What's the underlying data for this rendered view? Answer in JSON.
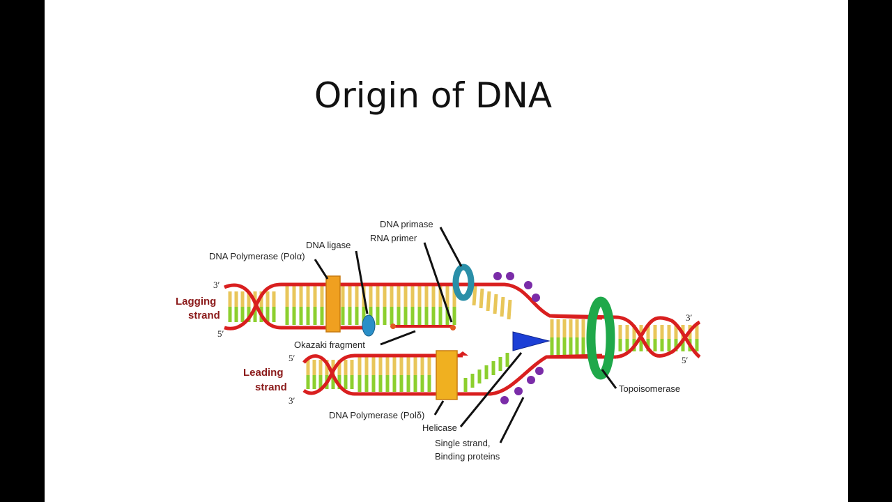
{
  "slide": {
    "title": "Origin of DNA"
  },
  "diagram": {
    "strand_labels": {
      "lagging_line1": "Lagging",
      "lagging_line2": "strand",
      "leading_line1": "Leading",
      "leading_line2": "strand"
    },
    "end_labels": {
      "lagging_top": "3′",
      "lagging_bottom": "5′",
      "leading_top": "5′",
      "leading_bottom": "3′",
      "right_top": "3′",
      "right_bottom": "5′"
    },
    "annotations": {
      "dna_primase": "DNA primase",
      "rna_primer": "RNA primer",
      "dna_ligase": "DNA ligase",
      "dna_polymerase_alpha": "DNA Polymerase (Polα)",
      "okazaki_fragment": "Okazaki fragment",
      "topoisomerase": "Topoisomerase",
      "dna_polymerase_delta": "DNA Polymerase (Polδ)",
      "helicase": "Helicase",
      "ssb_line1": "Single strand,",
      "ssb_line2": "Binding proteins"
    },
    "colors": {
      "backbone": "#d91f1f",
      "base_yellow": "#e8c65a",
      "base_green": "#8ccf2e",
      "polymerase": "#f0a020",
      "topoisomerase": "#1fa84a",
      "primase": "#2a8fa8",
      "helicase": "#1c3fd6",
      "ssb": "#7a2ca8"
    }
  }
}
